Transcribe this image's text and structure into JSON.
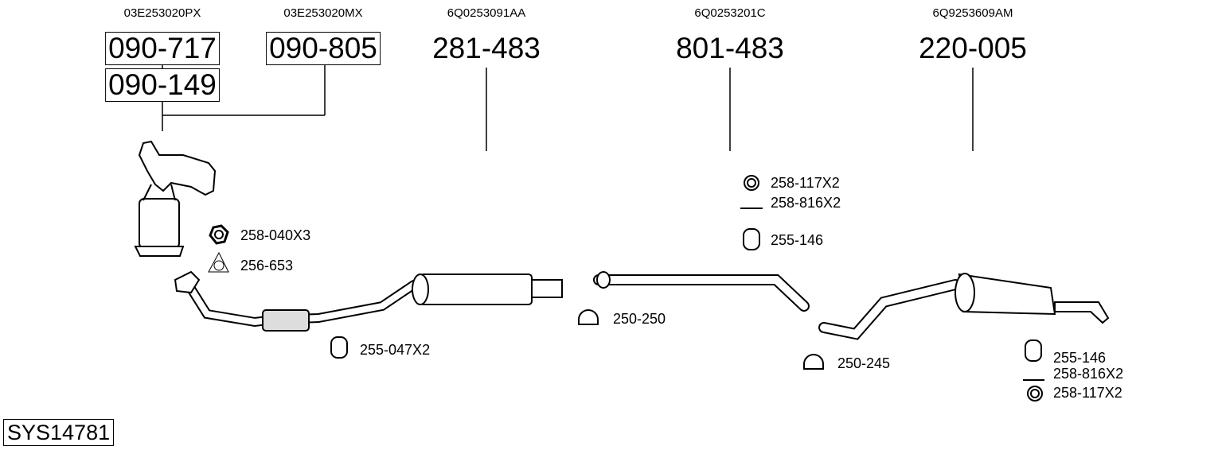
{
  "oe_numbers": [
    "03E253020PX",
    "03E253020MX",
    "6Q0253091AA",
    "6Q0253201C",
    "6Q9253609AM"
  ],
  "main_parts": [
    "090-717",
    "090-149",
    "090-805",
    "281-483",
    "801-483",
    "220-005"
  ],
  "accessories": {
    "nut": "258-040X3",
    "gasket": "256-653",
    "rubber_mount_front": "255-047X2",
    "clamp_front": "250-250",
    "ring_mid": "258-117X2",
    "bolt_mid": "258-816X2",
    "mount_mid": "255-146",
    "clamp_rear": "250-245",
    "mount_rear": "255-146",
    "bolt_rear": "258-816X2",
    "ring_rear": "258-117X2"
  },
  "system_id": "SYS14781"
}
